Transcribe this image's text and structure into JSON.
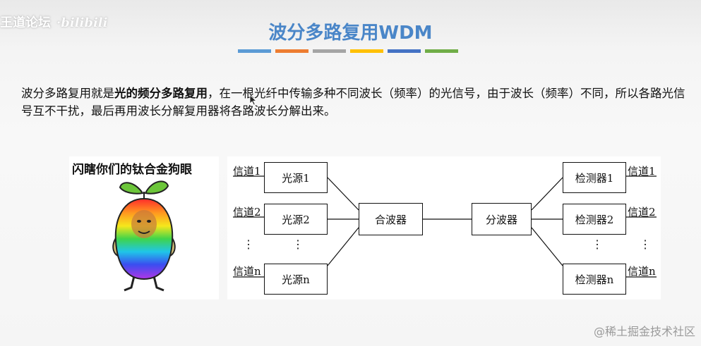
{
  "logo": {
    "text": "王道论坛",
    "script_text": "·bilibili"
  },
  "title": "波分多路复用WDM",
  "color_bars": [
    "#5b9bd5",
    "#ed7d31",
    "#a5a5a5",
    "#ffc000",
    "#4472c4",
    "#70ad47"
  ],
  "paragraph": {
    "before": "波分多路复用就是",
    "bold": "光的频分多路复用",
    "after": "，在一根光纤中传输多种不同波长（频率）的光信号，由于波长（频率）不同，所以各路光信号互不干扰，最后再用波长分解复用器将各路波长分解出来。"
  },
  "meme": {
    "caption": "闪瞎你们的钛合金狗眼"
  },
  "diagram": {
    "inputs": [
      {
        "channel": "信道1",
        "source": "光源1"
      },
      {
        "channel": "信道2",
        "source": "光源2"
      },
      {
        "channel": "信道n",
        "source": "光源n"
      }
    ],
    "combiner": "合波器",
    "splitter": "分波器",
    "outputs": [
      {
        "detector": "检测器1",
        "channel": "信道1"
      },
      {
        "detector": "检测器2",
        "channel": "信道2"
      },
      {
        "detector": "检测器n",
        "channel": "信道n"
      }
    ],
    "ellipsis": "⋮"
  },
  "watermark": "@稀土掘金技术社区"
}
